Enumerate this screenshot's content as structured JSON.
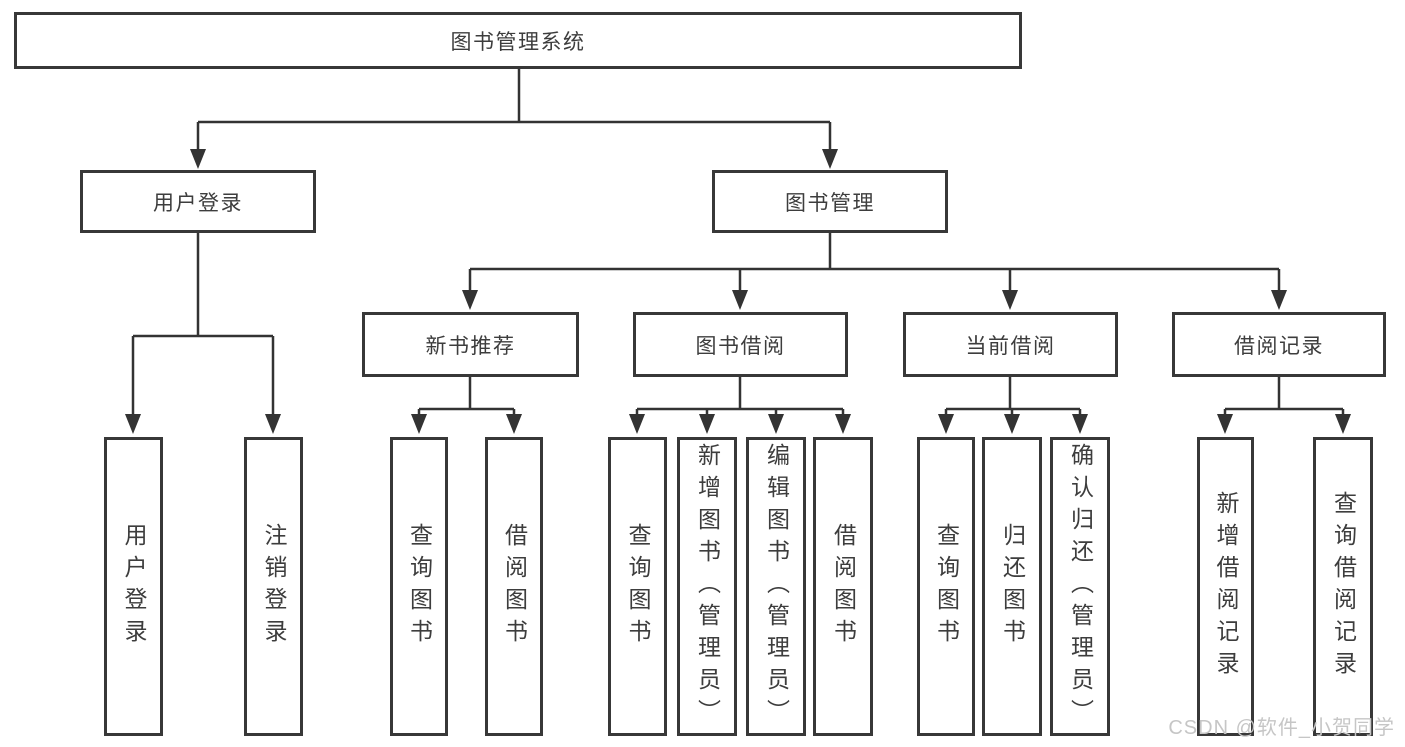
{
  "tree": {
    "root": {
      "label": "图书管理系统"
    },
    "branches": [
      {
        "label": "用户登录",
        "children": [
          {
            "label": "用户登录"
          },
          {
            "label": "注销登录"
          }
        ]
      },
      {
        "label": "图书管理",
        "children": [
          {
            "label": "新书推荐",
            "children": [
              {
                "label": "查询图书"
              },
              {
                "label": "借阅图书"
              }
            ]
          },
          {
            "label": "图书借阅",
            "children": [
              {
                "label": "查询图书"
              },
              {
                "label": "新增图书（管理员）"
              },
              {
                "label": "编辑图书（管理员）"
              },
              {
                "label": "借阅图书"
              }
            ]
          },
          {
            "label": "当前借阅",
            "children": [
              {
                "label": "查询图书"
              },
              {
                "label": "归还图书"
              },
              {
                "label": "确认归还（管理员）"
              }
            ]
          },
          {
            "label": "借阅记录",
            "children": [
              {
                "label": "新增借阅记录"
              },
              {
                "label": "查询借阅记录"
              }
            ]
          }
        ]
      }
    ]
  },
  "watermark": {
    "text": "CSDN @软件_小贺同学"
  },
  "colors": {
    "line": "#333333",
    "border": "#383838",
    "text": "#3d3d3d",
    "watermark": "#c6c6c6",
    "background": "#ffffff"
  }
}
